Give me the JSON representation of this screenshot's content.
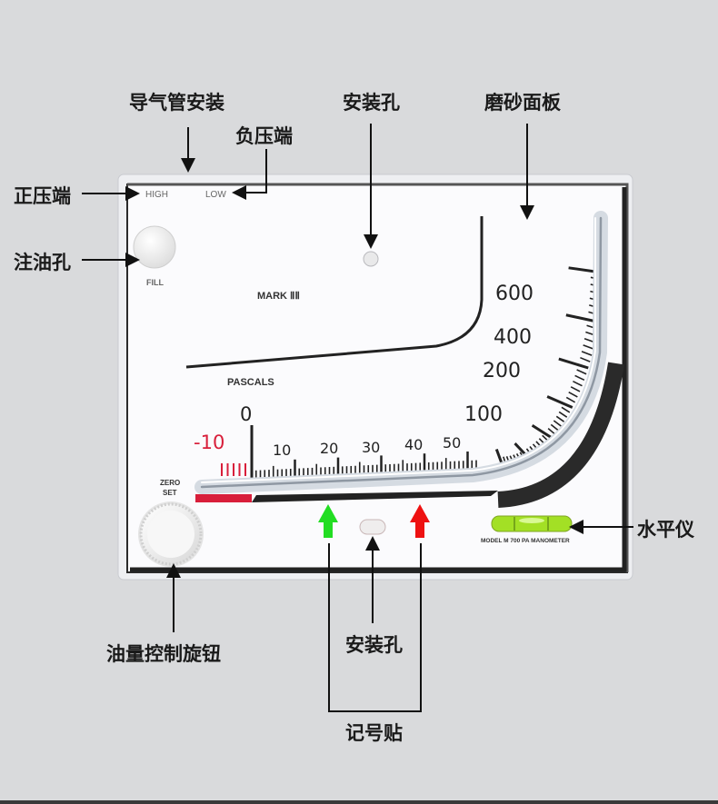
{
  "labels": {
    "air_tube_install": "导气管安装",
    "mount_hole_top": "安装孔",
    "frosted_panel": "磨砂面板",
    "negative_port": "负压端",
    "positive_port": "正压端",
    "oil_fill_hole": "注油孔",
    "level": "水平仪",
    "oil_control_knob": "油量控制旋钮",
    "mount_hole_bottom": "安装孔",
    "marker_sticker": "记号贴"
  },
  "panel": {
    "high": "HIGH",
    "low": "LOW",
    "fill": "FILL",
    "mark": "MARK ⅡⅡ",
    "pascals": "PASCALS",
    "zero_set_line1": "ZERO",
    "zero_set_line2": "SET",
    "model": "MODEL M 700 PA MANOMETER"
  },
  "scale": {
    "negative": "-10",
    "zero": "0",
    "horizontal": [
      "10",
      "20",
      "30",
      "40",
      "50"
    ],
    "curve": [
      "100",
      "200",
      "400",
      "600"
    ]
  },
  "colors": {
    "background": "#d9dadc",
    "panel": "#fbfbfd",
    "negative": "#d81e3a",
    "marker_green": "#22dd22",
    "marker_red": "#ee1111",
    "level_bubble": "#9ee022"
  }
}
